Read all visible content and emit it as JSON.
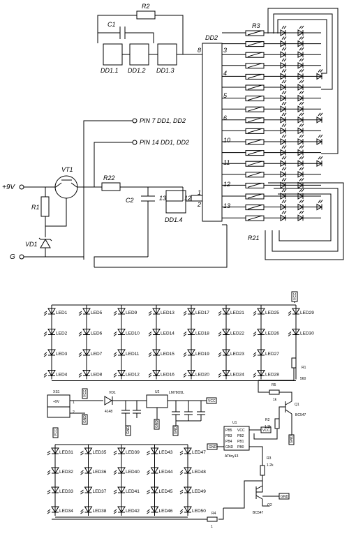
{
  "top": {
    "r2": "R2",
    "c1": "C1",
    "r3": "R3",
    "dd2": "DD2",
    "dd11": "DD1.1",
    "dd12": "DD1.2",
    "dd13": "DD1.3",
    "dd14": "DD1.4",
    "pin7": "PIN 7 DD1, DD2",
    "pin14": "PIN 14 DD1, DD2",
    "vt1": "VT1",
    "r22": "R22",
    "r1": "R1",
    "vd1": "VD1",
    "c2": "C2",
    "r21": "R21",
    "plus9": "+9V",
    "gnd": "G",
    "pin_in": "8",
    "dd14_in": "13",
    "dd14_out": "12",
    "dd2_p1": "1",
    "dd2_p2": "2",
    "outs": [
      "3",
      "4",
      "5",
      "6",
      "10",
      "11",
      "12",
      "13"
    ]
  },
  "bottom": {
    "grid_a": [
      [
        "LED1",
        "LED5",
        "LED9",
        "LED13",
        "LED17",
        "LED21",
        "LED25",
        "LED29"
      ],
      [
        "LED2",
        "LED6",
        "LED10",
        "LED14",
        "LED18",
        "LED22",
        "LED26",
        "LED30"
      ],
      [
        "LED3",
        "LED7",
        "LED11",
        "LED15",
        "LED19",
        "LED23",
        "LED27",
        ""
      ],
      [
        "LED4",
        "LED8",
        "LED12",
        "LED16",
        "LED20",
        "LED24",
        "LED28",
        ""
      ]
    ],
    "grid_b": [
      [
        "LED31",
        "LED35",
        "LED39",
        "LED43",
        "LED47"
      ],
      [
        "LED32",
        "LED36",
        "LED40",
        "LED44",
        "LED48"
      ],
      [
        "LED33",
        "LED37",
        "LED41",
        "LED45",
        "LED49"
      ],
      [
        "LED34",
        "LED38",
        "LED42",
        "LED46",
        "LED50"
      ]
    ],
    "xs1": "XS1",
    "xs1_label": "+9V",
    "xs1_p1": "1",
    "xs1_p2": "2",
    "vd1": "VD1",
    "vd1_val": "4148",
    "u2": "U2",
    "u2_val": "LM78O5L",
    "u1": "U1",
    "u1_val": "ATtiny13",
    "u1_left": [
      "PB5",
      "PB3",
      "PB4",
      "GND"
    ],
    "u1_right": [
      "VCC",
      "PB2",
      "PB1",
      "PB0"
    ],
    "r1": "R1",
    "r1_val": "560",
    "r5": "R5",
    "r5_val": "1k",
    "r3": "R3",
    "r3_val": "1.2k",
    "r2": "R2",
    "r2_val": "1.2k",
    "r4": "R4",
    "r4_val": "1",
    "q1": "Q1",
    "q1_val": "BC547",
    "q2": "Q2",
    "q2_val": "BC547",
    "vcc": "VCC",
    "gnd": "GND"
  }
}
